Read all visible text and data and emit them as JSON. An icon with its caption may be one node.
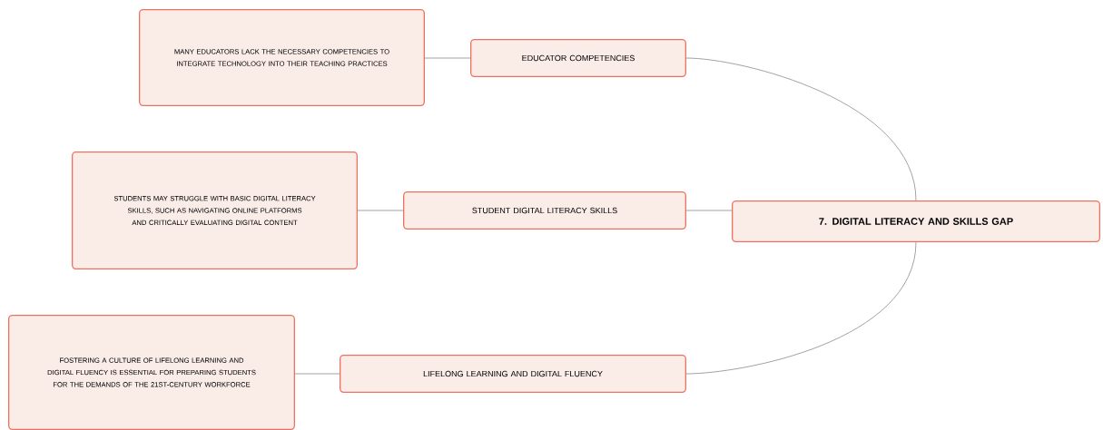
{
  "diagram": {
    "nodes": [
      {
        "text": [
          "7. DIGITAL LITERACY AND SKILLS GAP"
        ]
      },
      {
        "text": [
          "EDUCATOR COMPETENCIES"
        ]
      },
      {
        "text": [
          "MANY EDUCATORS LACK THE NECESSARY COMPETENCIES TO INTEGRATE TECHNOLOGY INTO THEIR TEACHING PRACTICES"
        ]
      },
      {
        "text": [
          "STUDENT DIGITAL LITERACY SKILLS"
        ]
      },
      {
        "text": [
          "STUDENTS MAY STRUGGLE WITH BASIC DIGITAL LITERACY SKILLS, SUCH AS NAVIGATING ONLINE PLATFORMS AND CRITICALLY EVALUATING DIGITAL CONTENT"
        ]
      },
      {
        "text": [
          "LIFELONG LEARNING AND DIGITAL FLUENCY"
        ]
      },
      {
        "text": [
          "FOSTERING A CULTURE OF LIFELONG LEARNING AND DIGITAL FLUENCY IS ESSENTIAL FOR PREPARING STUDENTS FOR THE DEMANDS OF THE 21ST-CENTURY WORKFORCE"
        ]
      }
    ],
    "edges": [
      {
        "from": 0,
        "to": 1,
        "arrow": "none"
      },
      {
        "from": 0,
        "to": 3,
        "arrow": "none"
      },
      {
        "from": 0,
        "to": 5,
        "arrow": "none"
      },
      {
        "from": 1,
        "to": 2,
        "arrow": "none"
      },
      {
        "from": 3,
        "to": 4,
        "arrow": "none"
      },
      {
        "from": 5,
        "to": 6,
        "arrow": "none"
      }
    ]
  }
}
